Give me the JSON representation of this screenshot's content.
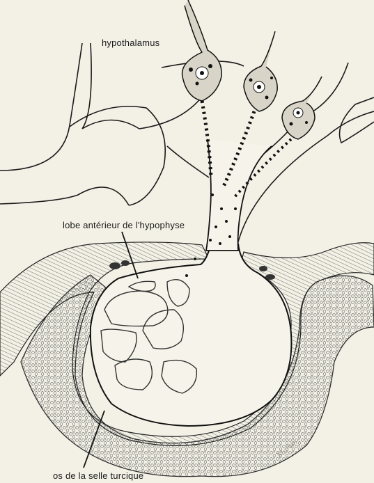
{
  "labels": {
    "hypothalamus": "hypothalamus",
    "anterior_lobe": "lobe antérieur de l'hypophyse",
    "sella_bone": "os de la selle turcique"
  },
  "signature": "Martin",
  "colors": {
    "paper": "#f3f1e6",
    "ink": "#1a1a1a",
    "bone_texture": "#555555",
    "neuron_fill": "#d8d5c8"
  }
}
